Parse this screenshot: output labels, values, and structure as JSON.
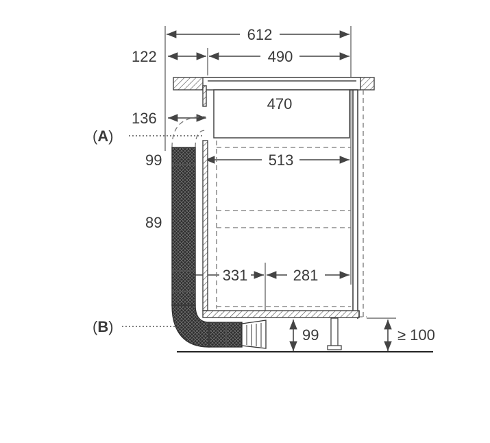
{
  "dimensions": {
    "overall_width": "612",
    "left_offset": "122",
    "cooktop_width": "490",
    "unit_width": "470",
    "duct_offset_top": "136",
    "duct_depth_top": "99",
    "inner_width": "513",
    "duct_depth_mid": "89",
    "duct_to_center": "331",
    "center_to_back": "281",
    "plinth_height": "99",
    "min_plinth_height": "≥ 100"
  },
  "labels": {
    "a_open": "(",
    "a_letter": "A",
    "a_close": ")",
    "b_open": "(",
    "b_letter": "B",
    "b_close": ")"
  },
  "colors": {
    "line": "#444444",
    "text": "#3a3a3a",
    "duct": "#2b2b2b"
  }
}
